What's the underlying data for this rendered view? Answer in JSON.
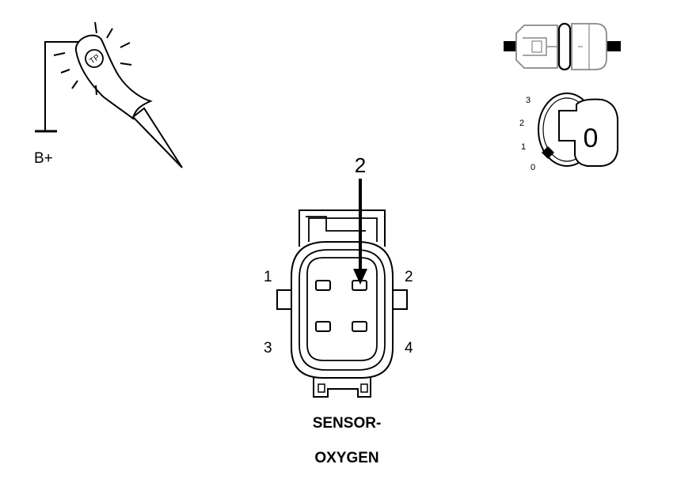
{
  "test_light": {
    "icon": "test-light-icon",
    "badge": "TP",
    "supply_label": "B+"
  },
  "disconnect_icon": "connector-disconnect-icon",
  "ignition": {
    "icon": "ignition-key-icon",
    "key_position": "0",
    "positions": [
      "3",
      "2",
      "1",
      "0"
    ]
  },
  "connector": {
    "pins": [
      "1",
      "2",
      "3",
      "4"
    ],
    "probe_pin": "2",
    "title_line1": "SENSOR-",
    "title_line2": "OXYGEN"
  }
}
